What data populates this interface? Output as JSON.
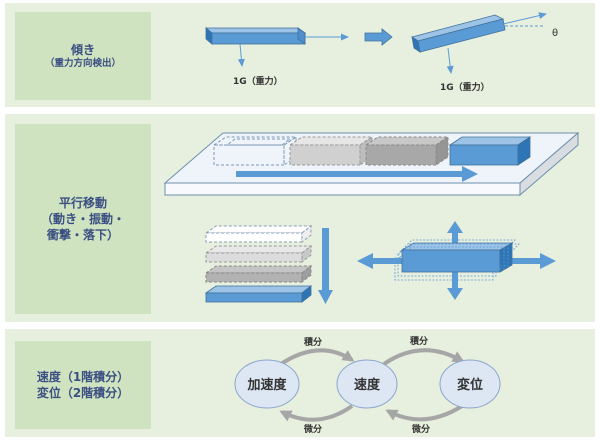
{
  "section1": {
    "title": "傾き",
    "subtitle": "（重力方向検出）",
    "gravity_label_left": "1G（重力）",
    "gravity_label_right": "1G（重力）",
    "theta": "θ"
  },
  "section2": {
    "line1": "平行移動",
    "line2": "（動き・振動・",
    "line3": "衝撃・落下）"
  },
  "section3": {
    "line1": "速度（1階積分）",
    "line2": "変位（2階積分）",
    "node_acceleration": "加速度",
    "node_velocity": "速度",
    "node_displacement": "変位",
    "integral_label_1": "積分",
    "integral_label_2": "積分",
    "derivative_label_1": "微分",
    "derivative_label_2": "微分"
  },
  "colors": {
    "band_bg": "#e7efdf",
    "label_bg": "#cfe3c0",
    "label_text": "#3b4f83",
    "accent_blue": "#5b9bd5",
    "node_fill": "#dde6f3"
  }
}
